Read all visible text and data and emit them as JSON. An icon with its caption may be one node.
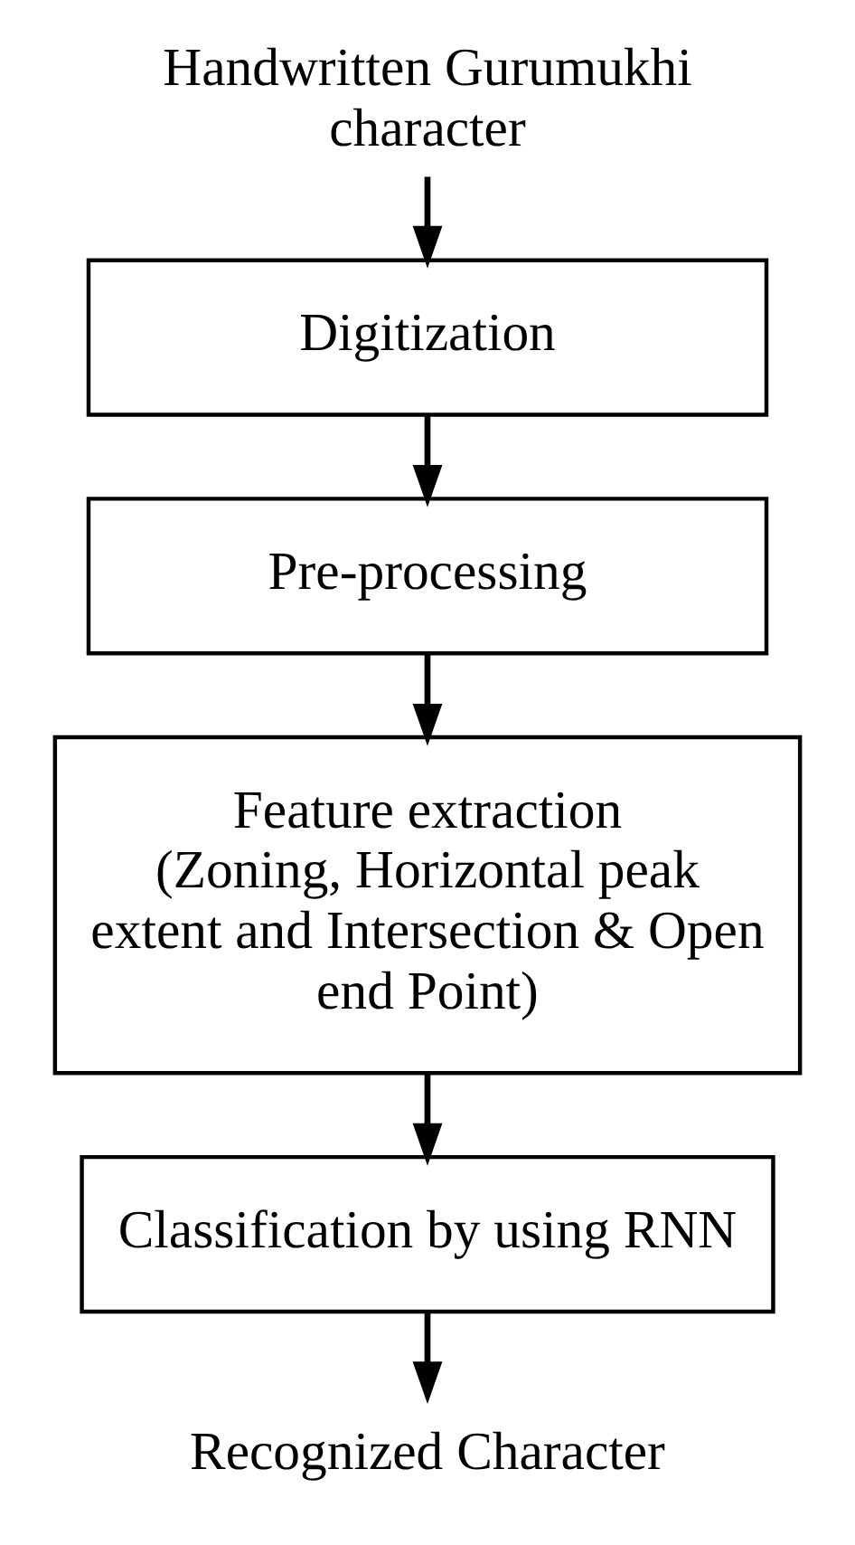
{
  "diagram": {
    "nodes": [
      {
        "text": [
          "Handwritten Gurumukhi character"
        ]
      },
      {
        "text": [
          "Digitization"
        ]
      },
      {
        "text": [
          "Pre-processing"
        ]
      },
      {
        "text": [
          "Feature extraction",
          "(Zoning, Horizontal peak extent and Intersection & Open end Point)"
        ]
      },
      {
        "text": [
          "Classification by using RNN"
        ]
      },
      {
        "text": [
          "Recognized Character"
        ]
      }
    ],
    "edges": [
      {
        "from": 0,
        "to": 1,
        "arrow": "to"
      },
      {
        "from": 1,
        "to": 2,
        "arrow": "to"
      },
      {
        "from": 2,
        "to": 3,
        "arrow": "to"
      },
      {
        "from": 3,
        "to": 4,
        "arrow": "to"
      },
      {
        "from": 4,
        "to": 5,
        "arrow": "to"
      }
    ]
  }
}
